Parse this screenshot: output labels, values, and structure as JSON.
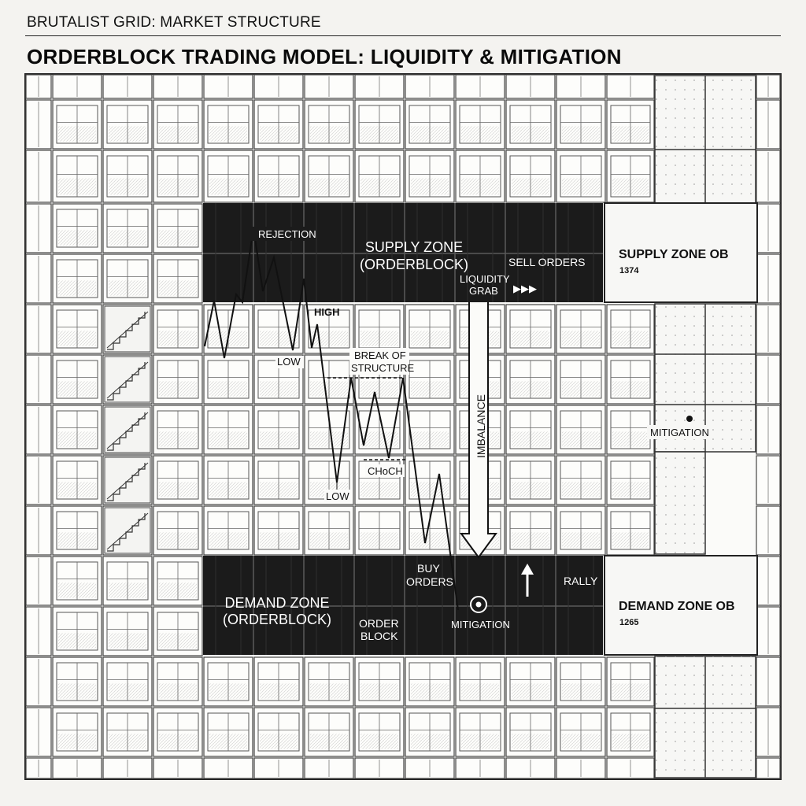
{
  "header": {
    "supertitle": "BRUTALIST GRID: MARKET STRUCTURE",
    "title": "ORDERBLOCK TRADING MODEL: LIQUIDITY & MITIGATION"
  },
  "labels": {
    "rejection": "REJECTION",
    "supply_zone_1": "SUPPLY ZONE",
    "supply_zone_2": "(ORDERBLOCK)",
    "sell_orders": "SELL ORDERS",
    "liquidity": "LIQUIDITY",
    "grab": "GRAB",
    "sell_arrows": "▶▶▶",
    "high": "HIGH",
    "low_1": "LOW",
    "break_of": "BREAK OF",
    "structure": "STRUCTURE",
    "imbalance": "IMBALANCE",
    "choch": "CHoCH",
    "low_2": "LOW",
    "buy": "BUY",
    "orders": "ORDERS",
    "rally": "RALLY",
    "demand_zone_1": "DEMAND ZONE",
    "demand_zone_2": "(ORDERBLOCK)",
    "order": "ORDER",
    "block": "BLOCK",
    "mitigation_demand": "MITIGATION",
    "mitigation_right": "MITIGATION"
  },
  "side_panel": {
    "supply_title": "SUPPLY ZONE OB",
    "supply_value": "1374",
    "demand_title": "DEMAND ZONE OB",
    "demand_value": "1265"
  },
  "colors": {
    "background": "#f4f3f0",
    "ink": "#111111",
    "zone_fill": "#1b1b1b",
    "panel_fill": "#f7f7f5"
  }
}
